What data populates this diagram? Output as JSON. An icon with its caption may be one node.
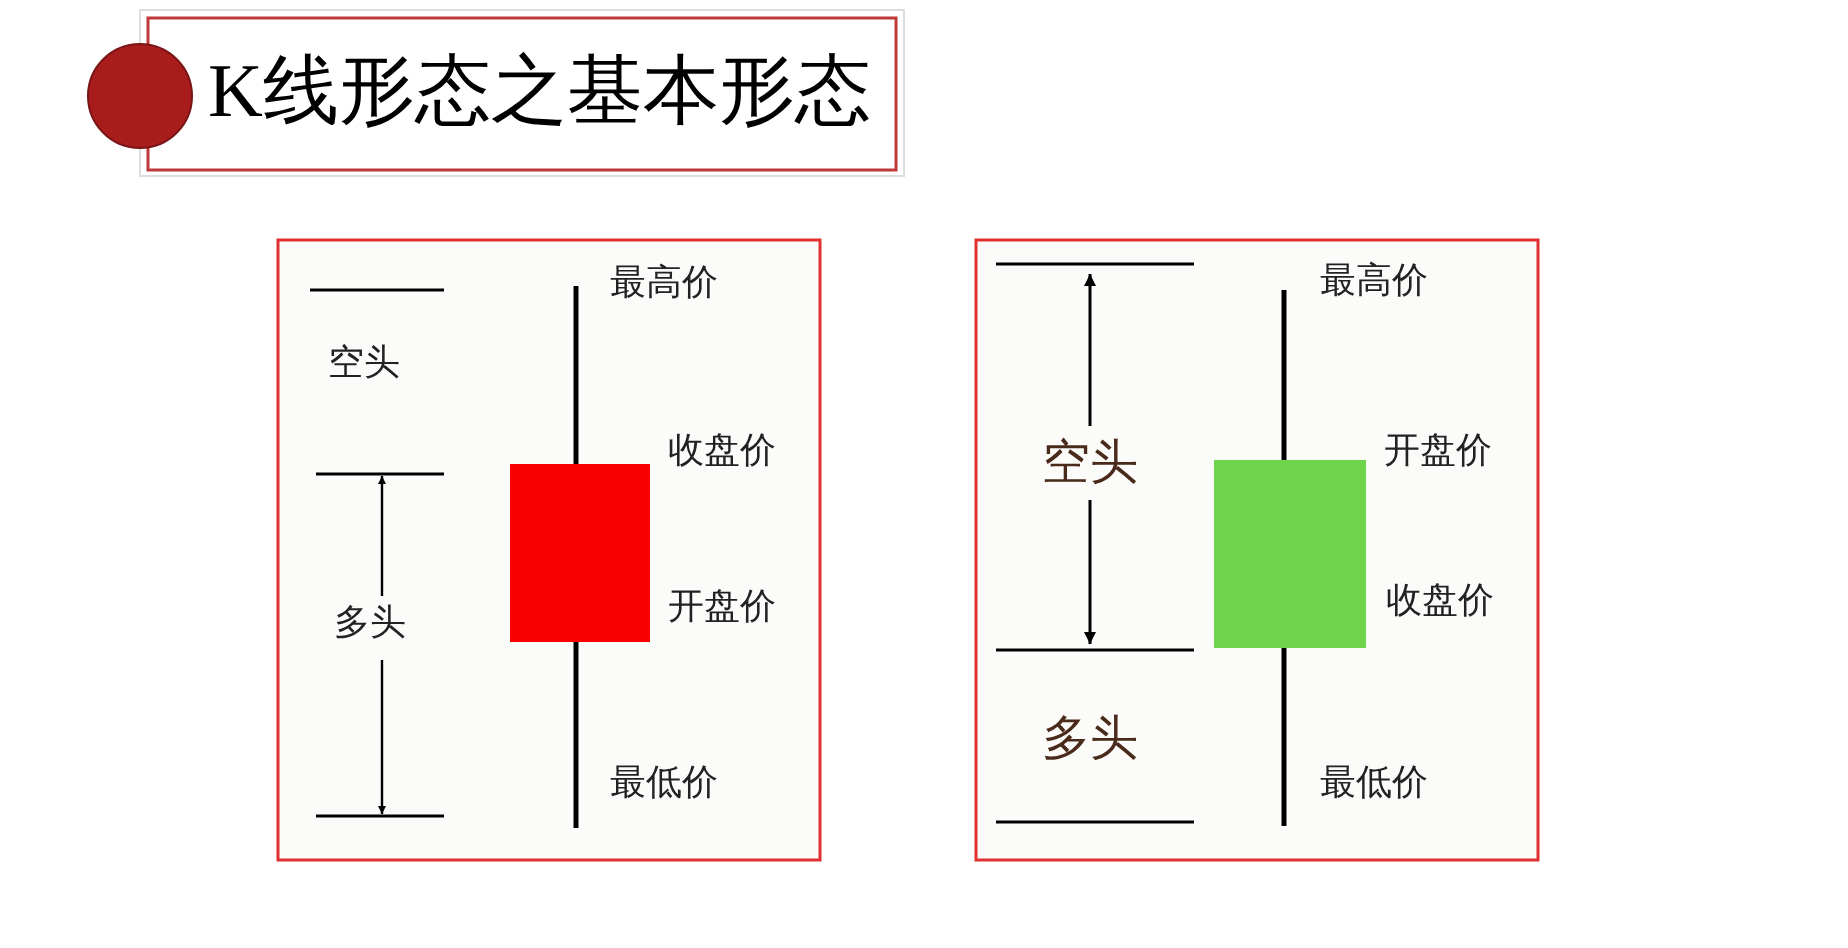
{
  "diagram": {
    "title": "K线形态之基本形态",
    "labels": [
      "最高价",
      "空头",
      "收盘价",
      "多头",
      "开盘价",
      "最低价",
      "最高价",
      "开盘价",
      "空头",
      "收盘价",
      "多头",
      "最低价"
    ]
  }
}
